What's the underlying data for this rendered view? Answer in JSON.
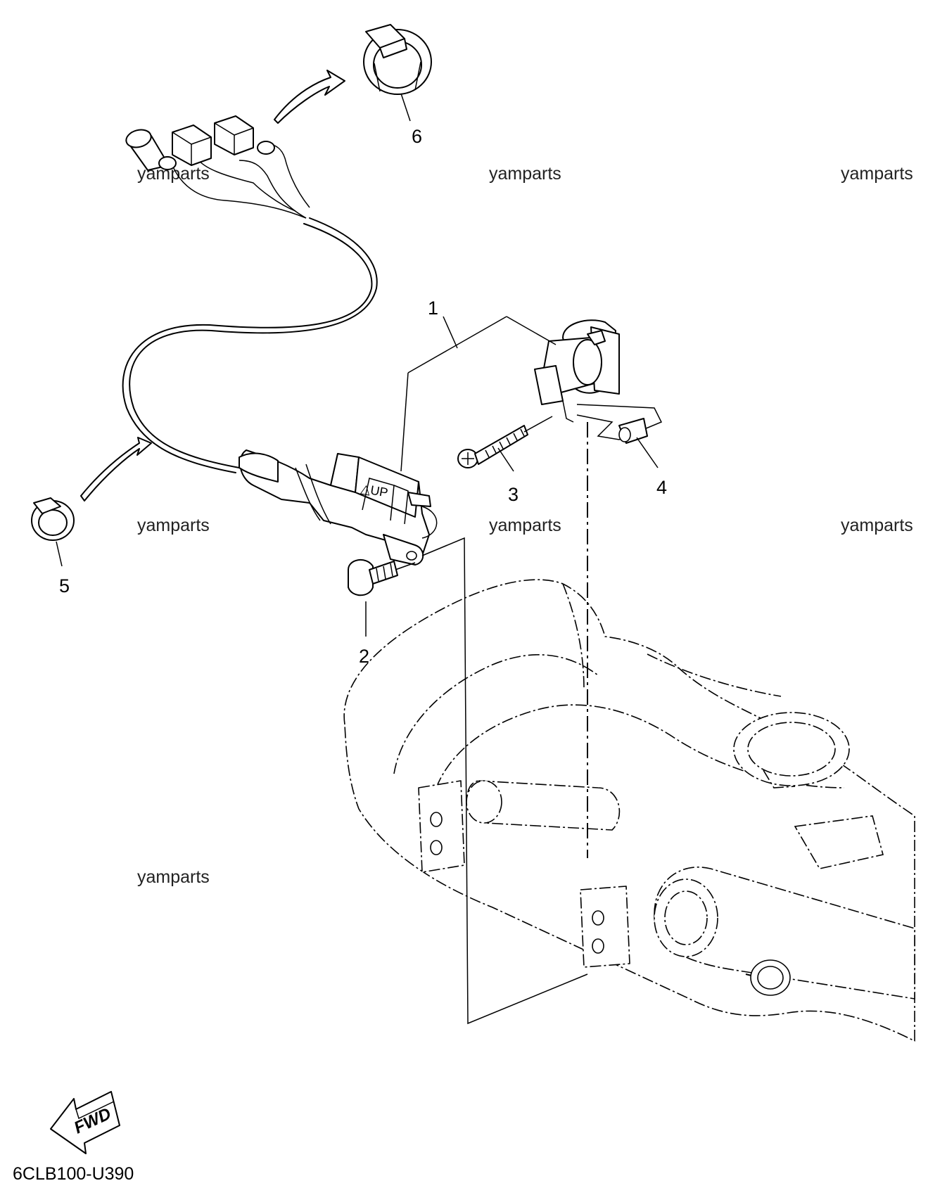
{
  "diagram": {
    "callouts": [
      {
        "id": "1",
        "label": "1"
      },
      {
        "id": "2",
        "label": "2"
      },
      {
        "id": "3",
        "label": "3"
      },
      {
        "id": "4",
        "label": "4"
      },
      {
        "id": "5",
        "label": "5"
      },
      {
        "id": "6",
        "label": "6"
      }
    ],
    "watermark": "yamparts",
    "fwd_label": "FWD",
    "up_mark": "△UP",
    "drawing_code": "6CLB100-U390"
  }
}
